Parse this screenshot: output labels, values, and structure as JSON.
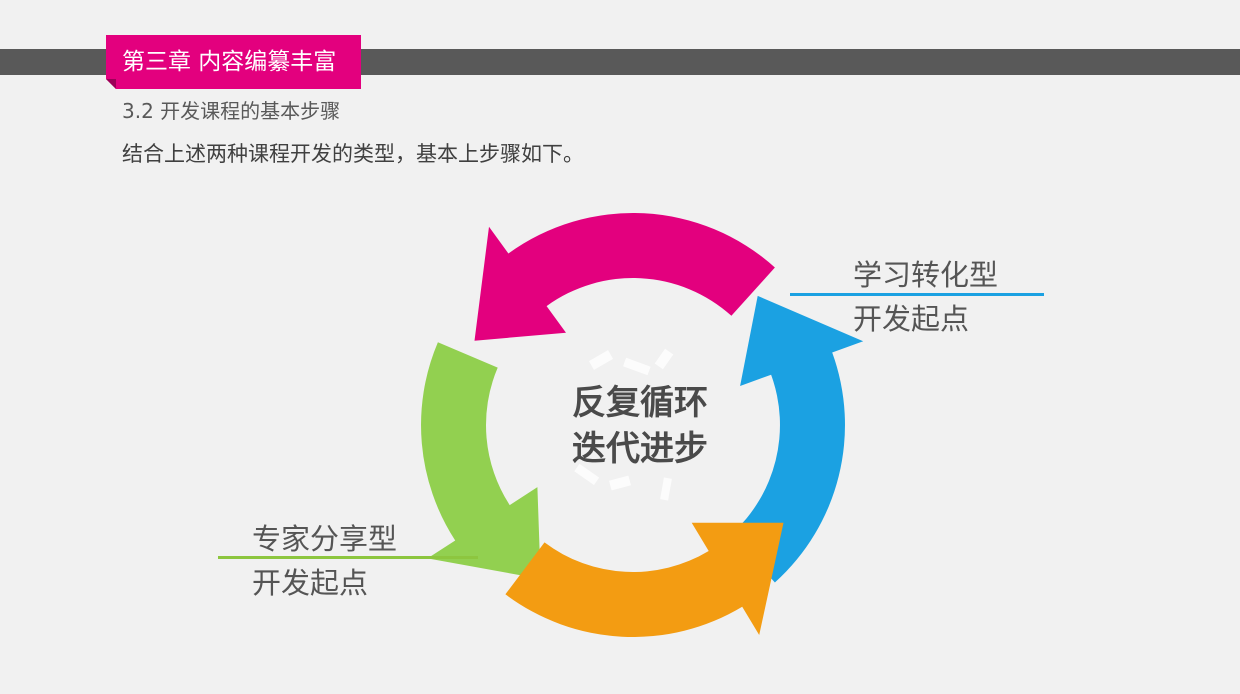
{
  "header": {
    "chapter_title": "第三章  内容编纂丰富",
    "section_title": "3.2 开发课程的基本步骤",
    "intro": "结合上述两种课程开发的类型，基本上步骤如下。"
  },
  "diagram": {
    "center_line1": "反复循环",
    "center_line2": "迭代进步",
    "callout_right_line1": "学习转化型",
    "callout_right_line2": "开发起点",
    "callout_left_line1": "专家分享型",
    "callout_left_line2": "开发起点"
  },
  "colors": {
    "magenta": "#e3007e",
    "blue": "#1ba1e2",
    "green": "#92d050",
    "orange": "#f39c12",
    "bar": "#595959"
  }
}
